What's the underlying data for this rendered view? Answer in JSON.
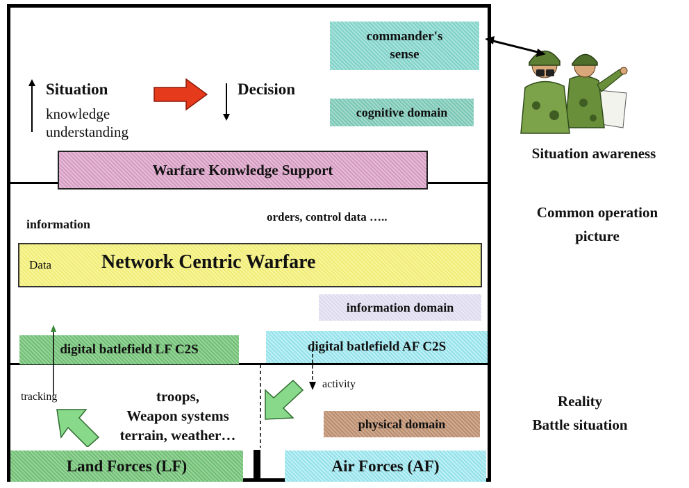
{
  "cognitive": {
    "commanders_sense": "commander's sense",
    "situation": "Situation",
    "knowledge": "knowledge",
    "understanding": "understanding",
    "decision": "Decision",
    "cognitive_domain": "cognitive domain",
    "warfare_support": "Warfare Konwledge Support"
  },
  "information": {
    "information_label": "information",
    "orders_label": "orders, control data …..",
    "data_label": "Data",
    "ncw_title": "Network Centric Warfare",
    "information_domain": "information domain",
    "lf_c2s": "digital batlefield LF C2S",
    "af_c2s": "digital batlefield AF C2S"
  },
  "physical": {
    "activity": "activity",
    "tracking": "tracking",
    "troops": "troops,",
    "weapon_systems": "Weapon systems",
    "terrain_weather": "terrain, weather…",
    "physical_domain": "physical domain",
    "land_forces": "Land Forces (LF)",
    "air_forces": "Air Forces (AF)"
  },
  "side_labels": {
    "situation_awareness": "Situation awareness",
    "common_op_line1": "Common operation",
    "common_op_line2": "picture",
    "reality_line1": "Reality",
    "reality_line2": "Battle situation"
  },
  "colors": {
    "teal": "#7fd1c7",
    "pink": "#d39ac0",
    "yellow": "#f0ec78",
    "green": "#6fbf73",
    "cyan": "#94e1ea",
    "brown": "#b98c6e",
    "red_arrow": "#e53a1c"
  }
}
